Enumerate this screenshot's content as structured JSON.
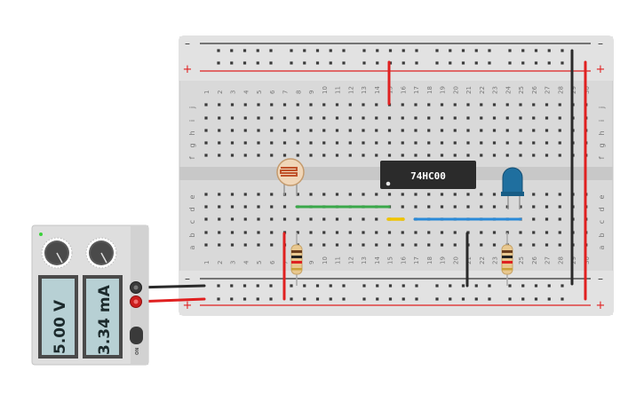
{
  "breadboard": {
    "columns": [
      "1",
      "2",
      "3",
      "4",
      "5",
      "6",
      "7",
      "8",
      "9",
      "10",
      "11",
      "12",
      "13",
      "14",
      "15",
      "16",
      "17",
      "18",
      "19",
      "20",
      "21",
      "22",
      "23",
      "24",
      "25",
      "26",
      "27",
      "28",
      "29",
      "30"
    ],
    "rows_top": [
      "j",
      "i",
      "h",
      "g",
      "f"
    ],
    "rows_bottom": [
      "e",
      "d",
      "c",
      "b",
      "a"
    ],
    "rail_minus": "–",
    "rail_plus": "+"
  },
  "chip": {
    "label": "74HC00"
  },
  "power_supply": {
    "voltage_display": "5.00 V",
    "current_display": "3.34 mA",
    "on_label": "ON"
  },
  "colors": {
    "board": "#d8d8d8",
    "wire_red": "#e02020",
    "wire_black": "#2a2a2a",
    "wire_green": "#3aa84a",
    "wire_blue": "#2a8ad8",
    "wire_yellow": "#f0c400",
    "led": "#1f6f9f"
  }
}
